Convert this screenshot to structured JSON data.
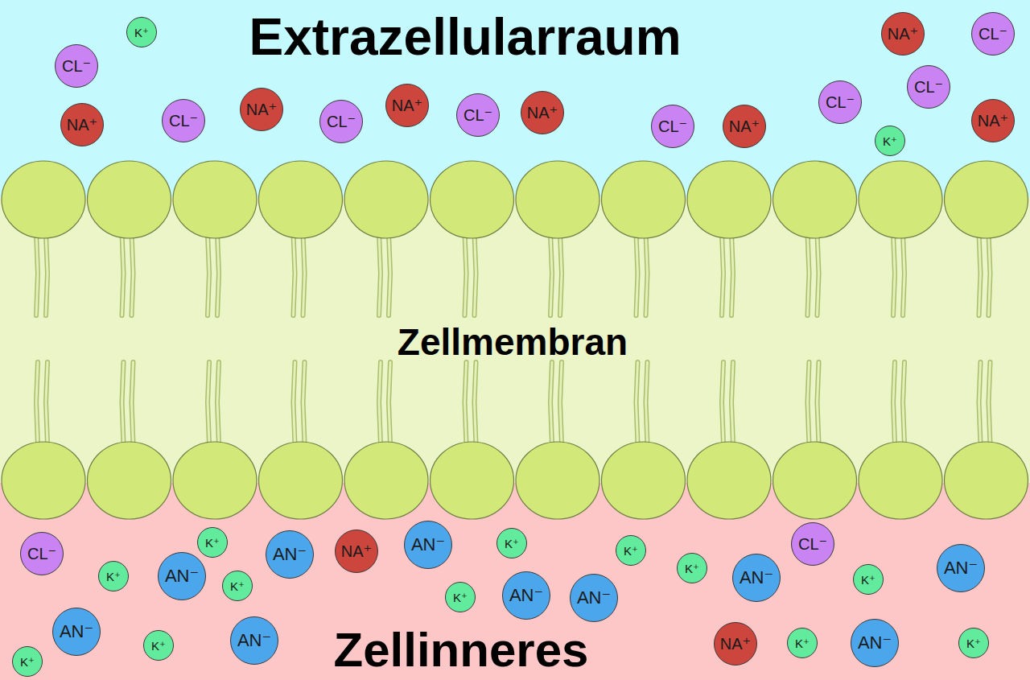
{
  "diagram": {
    "nodes": [
      {
        "text": [
          "Extrazellularraum"
        ]
      },
      {
        "text": [
          "K⁺"
        ],
        "in": 0
      },
      {
        "text": [
          "CL⁻"
        ],
        "in": 0
      },
      {
        "text": [
          "NA⁺"
        ],
        "in": 0
      },
      {
        "text": [
          "CL⁻"
        ],
        "in": 0
      },
      {
        "text": [
          "NA⁺"
        ],
        "in": 0
      },
      {
        "text": [
          "CL⁻"
        ],
        "in": 0
      },
      {
        "text": [
          "NA⁺"
        ],
        "in": 0
      },
      {
        "text": [
          "CL⁻"
        ],
        "in": 0
      },
      {
        "text": [
          "NA⁺"
        ],
        "in": 0
      },
      {
        "text": [
          "CL⁻"
        ],
        "in": 0
      },
      {
        "text": [
          "NA⁺"
        ],
        "in": 0
      },
      {
        "text": [
          "CL⁻"
        ],
        "in": 0
      },
      {
        "text": [
          "NA⁺"
        ],
        "in": 0
      },
      {
        "text": [
          "CL⁻"
        ],
        "in": 0
      },
      {
        "text": [
          "CL⁻"
        ],
        "in": 0
      },
      {
        "text": [
          "K⁺"
        ],
        "in": 0
      },
      {
        "text": [
          "NA⁺"
        ],
        "in": 0
      },
      {
        "text": [
          "Zellmembran"
        ]
      },
      {
        "text": [
          "Zellinneres"
        ]
      },
      {
        "text": [
          "CL⁻"
        ],
        "in": 19
      },
      {
        "text": [
          "K⁺"
        ],
        "in": 19
      },
      {
        "text": [
          "AN⁻"
        ],
        "in": 19
      },
      {
        "text": [
          "AN⁻"
        ],
        "in": 19
      },
      {
        "text": [
          "NA⁺"
        ],
        "in": 19
      },
      {
        "text": [
          "AN⁻"
        ],
        "in": 19
      },
      {
        "text": [
          "K⁺"
        ],
        "in": 19
      },
      {
        "text": [
          "K⁺"
        ],
        "in": 19
      },
      {
        "text": [
          "K⁺"
        ],
        "in": 19
      },
      {
        "text": [
          "AN⁻"
        ],
        "in": 19
      },
      {
        "text": [
          "K⁺"
        ],
        "in": 19
      },
      {
        "text": [
          "K⁺"
        ],
        "in": 19
      },
      {
        "text": [
          "AN⁻"
        ],
        "in": 19
      },
      {
        "text": [
          "K⁺"
        ],
        "in": 19
      },
      {
        "text": [
          "AN⁻"
        ],
        "in": 19
      },
      {
        "text": [
          "AN⁻"
        ],
        "in": 19
      },
      {
        "text": [
          "K⁺"
        ],
        "in": 19
      },
      {
        "text": [
          "K⁺"
        ],
        "in": 19
      },
      {
        "text": [
          "AN⁻"
        ],
        "in": 19
      },
      {
        "text": [
          "CL⁻"
        ],
        "in": 19
      },
      {
        "text": [
          "K⁺"
        ],
        "in": 19
      },
      {
        "text": [
          "AN⁻"
        ],
        "in": 19
      },
      {
        "text": [
          "NA⁺"
        ],
        "in": 19
      },
      {
        "text": [
          "K⁺"
        ],
        "in": 19
      },
      {
        "text": [
          "AN⁻"
        ],
        "in": 19
      },
      {
        "text": [
          "K⁺"
        ],
        "in": 19
      }
    ]
  }
}
